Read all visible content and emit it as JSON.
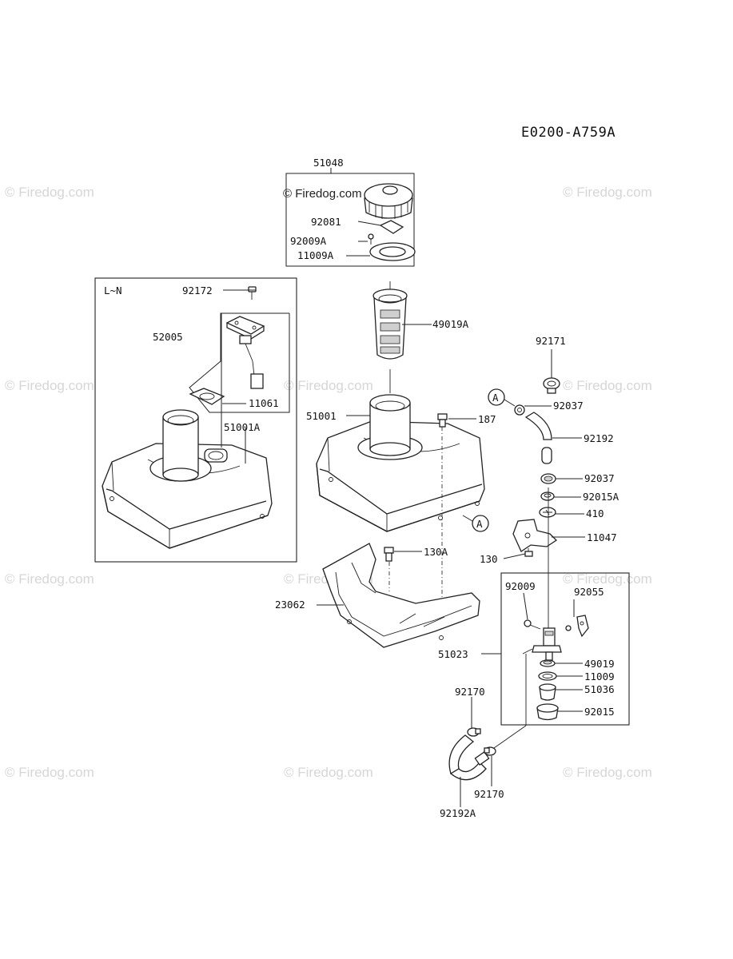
{
  "diagram": {
    "code": "E0200-A759A",
    "variant_label": "L~N",
    "watermark": "© Firedog.com",
    "parts": {
      "p51048": "51048",
      "p92081": "92081",
      "p92009A": "92009A",
      "p11009A": "11009A",
      "p49019A": "49019A",
      "p92172": "92172",
      "p52005": "52005",
      "p11061": "11061",
      "p51001A": "51001A",
      "p51001": "51001",
      "p187": "187",
      "p130A": "130A",
      "p23062": "23062",
      "p92171": "92171",
      "p92037_top": "92037",
      "p92192": "92192",
      "p92037_mid": "92037",
      "p92015A": "92015A",
      "p410": "410",
      "p11047": "11047",
      "p130": "130",
      "p92009": "92009",
      "p92055": "92055",
      "p51023": "51023",
      "p49019": "49019",
      "p11009": "11009",
      "p51036": "51036",
      "p92015": "92015",
      "p92170_left": "92170",
      "p92170_right": "92170",
      "p92192A": "92192A"
    },
    "callouts": {
      "ref_a_1": "A",
      "ref_a_2": "A"
    }
  }
}
